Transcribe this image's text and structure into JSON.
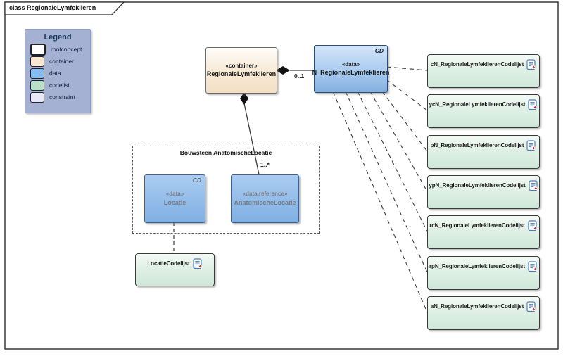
{
  "frame": {
    "tab_label": "class RegionaleLymfeklieren"
  },
  "legend": {
    "title": "Legend",
    "items": [
      {
        "label": "rootconcept",
        "color": "#ffffff"
      },
      {
        "label": "container",
        "color": "#f7e6d0"
      },
      {
        "label": "data",
        "color": "#85bcf0"
      },
      {
        "label": "codelist",
        "color": "#b8e0c8"
      },
      {
        "label": "constraint",
        "color": "#e9e8f8"
      }
    ]
  },
  "nodes": {
    "container": {
      "stereotype": "«container»",
      "name": "RegionaleLymfeklieren"
    },
    "n_regionale": {
      "corner": "CD",
      "stereotype": "«data»",
      "name": "N_RegionaleLymfeklieren"
    },
    "bouwsteen": {
      "title": "Bouwsteen AnatomischeLocatie"
    },
    "locatie": {
      "corner": "CD",
      "stereotype": "«data»",
      "name": "Locatie"
    },
    "anatomische_locatie": {
      "stereotype": "«data,reference»",
      "name": "AnatomischeLocatie"
    },
    "locatie_codelijst": {
      "name": "LocatieCodelijst"
    }
  },
  "codelists": [
    "cN_RegionaleLymfeklierenCodelijst",
    "ycN_RegionaleLymfeklierenCodelijst",
    "pN_RegionaleLymfeklierenCodelijst",
    "ypN_RegionaleLymfeklierenCodelijst",
    "rcN_RegionaleLymfeklierenCodelijst",
    "rpN_RegionaleLymfeklierenCodelijst",
    "aN_RegionaleLymfeklierenCodelijst"
  ],
  "edges": {
    "container_to_n_multiplicity": "0..1",
    "container_to_anatomische_multiplicity": "1..*"
  },
  "colors": {
    "legend_background": "#a4b1d3",
    "container_fill": "#f3dfc4",
    "data_fill": "#82afe0",
    "codelist_fill": "#cfe7d9",
    "constraint_fill": "#e9e8f8",
    "edge": "#3c3c3c",
    "doc_icon_blue": "#4a7ebb",
    "doc_icon_red": "#cc2222"
  }
}
